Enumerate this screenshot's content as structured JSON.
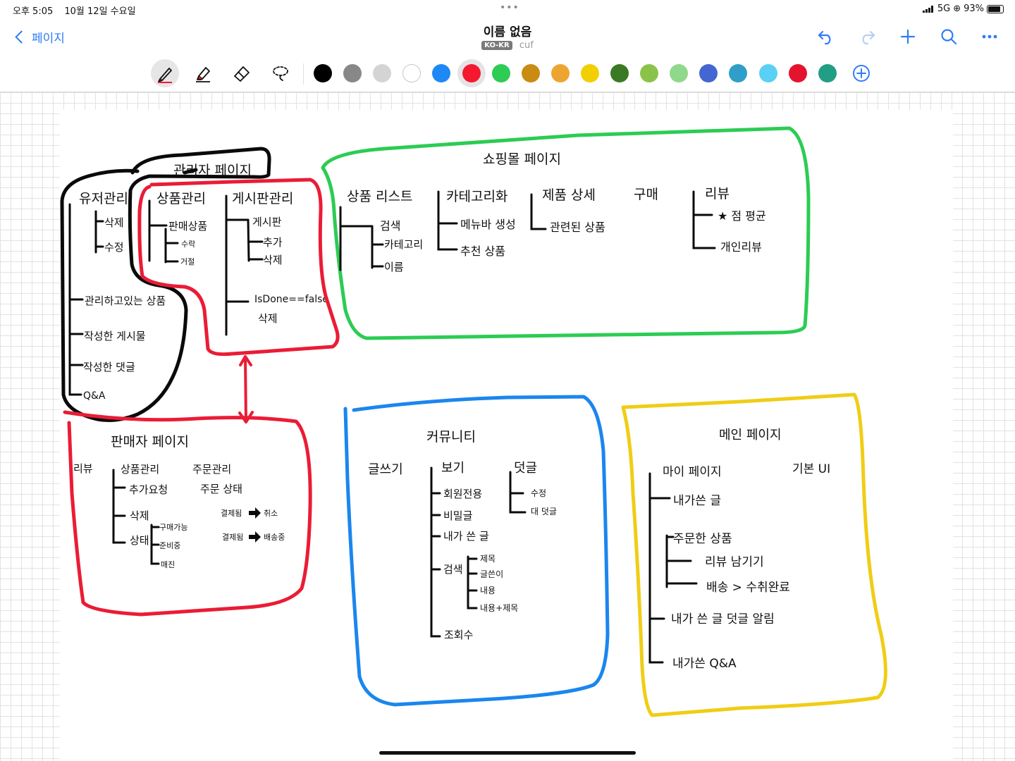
{
  "status_bar": {
    "time": "오후 5:05",
    "date": "10월 12일 수요일",
    "network": "5G",
    "battery": "93%"
  },
  "nav": {
    "back_label": "페이지",
    "title": "이름 없음",
    "lang_badge": "KO-KR",
    "tag": "cuf",
    "actions": [
      "undo-icon",
      "redo-icon",
      "plus-icon",
      "search-icon",
      "more-icon"
    ]
  },
  "toolbar": {
    "tools": [
      "pen-icon",
      "highlighter-icon",
      "eraser-icon",
      "lasso-icon"
    ],
    "active_tool": "pen-icon",
    "colors": [
      "#000000",
      "#888888",
      "#d4d4d4",
      "#ffffff",
      "#1e88f5",
      "#f4192f",
      "#2ecb55",
      "#c98b12",
      "#eda532",
      "#f2cf00",
      "#3a7a24",
      "#8bc34a",
      "#8fd88c",
      "#4466d0",
      "#2f9ec9",
      "#5ad0f5",
      "#e4142f",
      "#229e85"
    ],
    "selected_color": "#f4192f"
  },
  "note": {
    "admin": {
      "title": "관리자 페이지",
      "user_mgmt": "유저관리",
      "delete": "삭제",
      "edit": "수정",
      "managed_products": "관리하고있는 상품",
      "written_posts": "작성한 게시물",
      "written_comments": "작성한 댓글",
      "qna": "Q&A",
      "product_mgmt": "상품관리",
      "sale_product": "판매상품",
      "accept": "수락",
      "reject": "거절",
      "board_mgmt": "게시판관리",
      "board": "게시판",
      "add": "추가",
      "board_delete": "삭제",
      "isdone": "IsDone==false",
      "isdone_delete": "삭제"
    },
    "shop": {
      "title": "쇼핑몰 페이지",
      "product_list": "상품 리스트",
      "search": "검색",
      "category": "카테고리",
      "name": "이름",
      "categorize": "카테고리화",
      "menubar": "메뉴바 생성",
      "recommend": "추천 상품",
      "detail": "제품 상세",
      "related": "관련된 상품",
      "purchase": "구매",
      "review": "리뷰",
      "avg_rating": "★ 점 평균",
      "personal_review": "개인리뷰"
    },
    "seller": {
      "title": "판매자 페이지",
      "review": "리뷰",
      "product_mgmt": "상품관리",
      "add_request": "추가요청",
      "delete": "삭제",
      "status": "상태",
      "available": "구매가능",
      "preparing": "준비중",
      "sold_out": "매진",
      "order_mgmt": "주문관리",
      "order_status": "주문 상태",
      "paid1": "결제됨",
      "cancel": "취소",
      "paid2": "결제됨",
      "shipping": "배송중"
    },
    "community": {
      "title": "커뮤니티",
      "write": "글쓰기",
      "view": "보기",
      "members_only": "회원전용",
      "password": "비밀글",
      "my_posts": "내가 쓴 글",
      "search": "검색",
      "s_title": "제목",
      "s_author": "글쓴이",
      "s_content": "내용",
      "s_content_title": "내용+제목",
      "views": "조회수",
      "comment": "덧글",
      "c_edit": "수정",
      "c_reply": "대 덧글"
    },
    "main": {
      "title": "메인 페이지",
      "basic_ui": "기본 UI",
      "my_page": "마이 페이지",
      "my_posts": "내가쓴 글",
      "ordered": "주문한 상품",
      "leave_review": "리뷰 남기기",
      "delivery": "배송 > 수취완료",
      "comment_alert": "내가 쓴 글 덧글 알림",
      "my_qna": "내가쓴 Q&A"
    }
  }
}
